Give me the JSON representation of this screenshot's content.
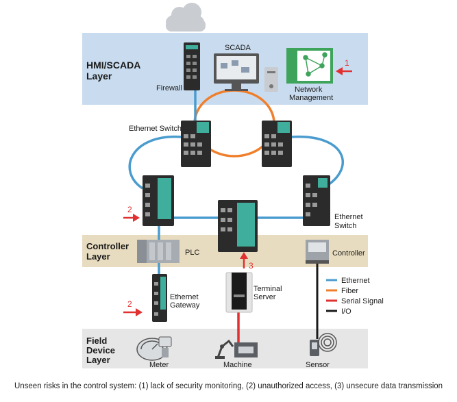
{
  "layers": {
    "hmi": [
      "HMI/SCADA",
      "Layer"
    ],
    "controller": [
      "Controller",
      "Layer"
    ],
    "field": [
      "Field",
      "Device",
      "Layer"
    ]
  },
  "devices": {
    "firewall": "Firewall",
    "scada": "SCADA",
    "network_management": [
      "Network",
      "Management"
    ],
    "ethernet_switch_top": "Ethernet Switch",
    "ethernet_switch_right": [
      "Ethernet",
      "Switch"
    ],
    "plc": "PLC",
    "controller": "Controller",
    "ethernet_gateway": [
      "Ethernet",
      "Gateway"
    ],
    "terminal_server": [
      "Terminal",
      "Server"
    ],
    "meter": "Meter",
    "machine": "Machine",
    "sensor": "Sensor"
  },
  "risk_markers": {
    "network_management": "1",
    "switch_left": "2",
    "gateway": "2",
    "terminal_server": "3"
  },
  "legend": [
    {
      "label": "Ethernet",
      "color": "#4a9ccf"
    },
    {
      "label": "Fiber",
      "color": "#f07f2c"
    },
    {
      "label": "Serial Signal",
      "color": "#e03030"
    },
    {
      "label": "I/O",
      "color": "#1a1a1a"
    }
  ],
  "colors": {
    "ethernet": "#4a9ccf",
    "fiber": "#f07f2c",
    "serial": "#e03030",
    "io": "#1a1a1a",
    "hmi_band": "#c9dcef",
    "controller_band": "#e8dcc0",
    "field_band": "#e6e6e6",
    "device_teal": "#3fae9c",
    "screen_green": "#3ea35b"
  },
  "caption": "Unseen risks in the control system: (1) lack of security monitoring, (2) unauthorized access, (3) unsecure data transmission"
}
